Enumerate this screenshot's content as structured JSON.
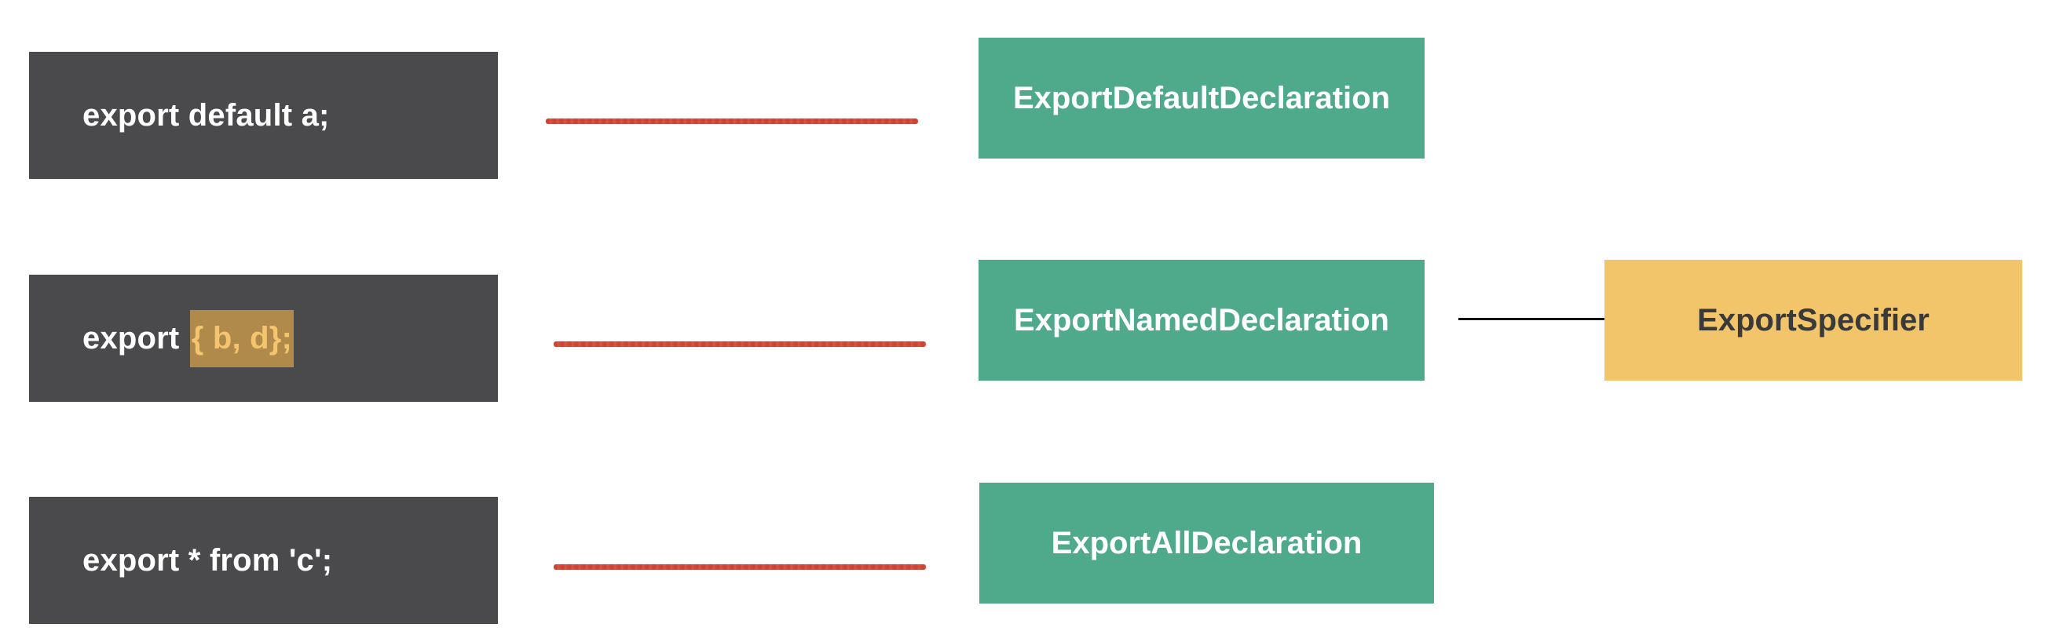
{
  "rows": [
    {
      "code": {
        "prefix": "export default a;",
        "highlight": "",
        "suffix": ""
      },
      "declaration": "ExportDefaultDeclaration"
    },
    {
      "code": {
        "prefix": "export ",
        "highlight": "{ b, d};",
        "suffix": ""
      },
      "declaration": "ExportNamedDeclaration",
      "specifier": "ExportSpecifier"
    },
    {
      "code": {
        "prefix": "export * from 'c';",
        "highlight": "",
        "suffix": ""
      },
      "declaration": "ExportAllDeclaration"
    }
  ],
  "colors": {
    "code_box_bg": "#4a4a4c",
    "code_text": "#ffffff",
    "highlight_bg": "#b08a4a",
    "highlight_text": "#f4c46e",
    "connector_red": "#d13b2a",
    "declaration_bg": "#4faa8c",
    "declaration_text": "#ffffff",
    "specifier_bg": "#f3c56b",
    "specifier_text": "#3a3a3a",
    "specifier_connector": "#111111"
  }
}
